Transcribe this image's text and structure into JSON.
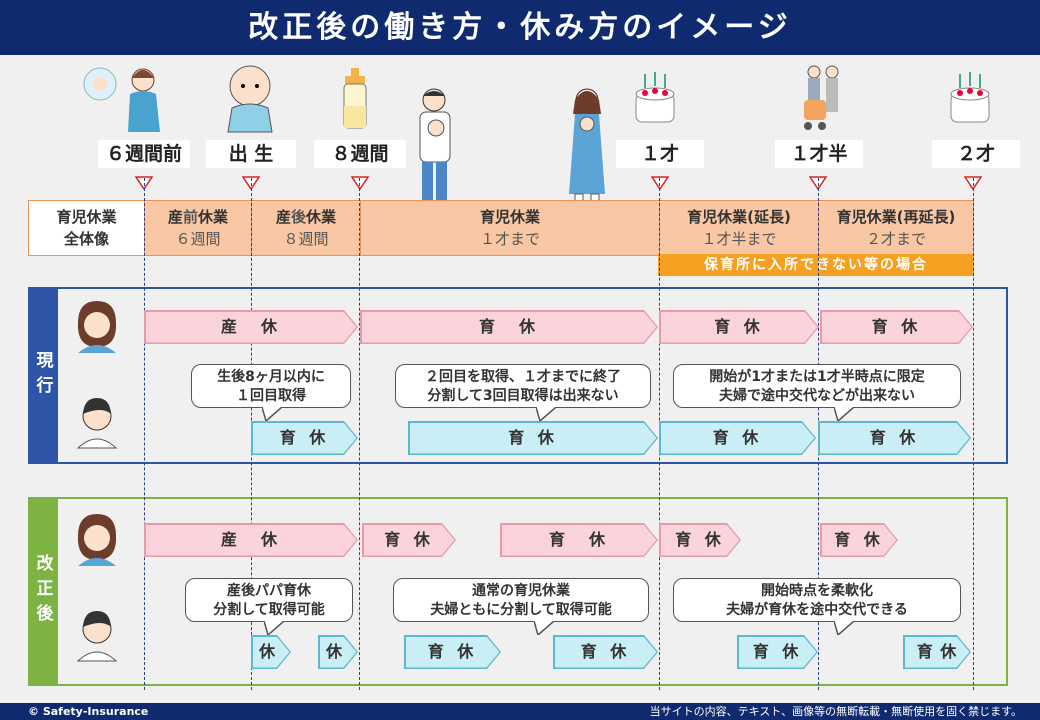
{
  "title": "改正後の働き方・休み方のイメージ",
  "milestones": [
    "６週間前",
    "出 生",
    "８週間",
    "１才",
    "１才半",
    "２才"
  ],
  "overview": {
    "header": [
      "育児休業",
      "全体像"
    ],
    "cells": [
      {
        "pre": "産",
        "accent": "前",
        "post": "休業",
        "sub": "６週間"
      },
      {
        "pre": "産",
        "accent": "後",
        "post": "休業",
        "sub": "８週間"
      },
      {
        "title": "育児休業",
        "sub": "１才まで"
      },
      {
        "title": "育児休業(延長)",
        "sub": "１才半まで"
      },
      {
        "title": "育児休業(再延長)",
        "sub": "２才まで"
      }
    ],
    "banner": "保育所に入所できない等の場合"
  },
  "current": {
    "label": "現行",
    "mother": [
      "産　休",
      "育　休",
      "育 休",
      "育 休"
    ],
    "father": [
      "育 休",
      "育 休",
      "育 休",
      "育 休"
    ],
    "bubbles": [
      [
        "生後8ヶ月以内に",
        "１回目取得"
      ],
      [
        "２回目を取得、１才までに終了",
        "分割して3回目取得は出来ない"
      ],
      [
        "開始が1才または1才半時点に限定",
        "夫婦で途中交代などが出来ない"
      ]
    ]
  },
  "revised": {
    "label": "改正後",
    "mother": [
      "産　休",
      "育 休",
      "育　休",
      "育 休",
      "育 休"
    ],
    "father": [
      "休",
      "休",
      "育 休",
      "育 休",
      "育 休",
      "育 休"
    ],
    "bubbles": [
      [
        "産後パパ育休",
        "分割して取得可能"
      ],
      [
        "通常の育児休業",
        "夫婦ともに分割して取得可能"
      ],
      [
        "開始時点を柔軟化",
        "夫婦が育休を途中交代できる"
      ]
    ]
  },
  "footer": {
    "copyright": "© Safety-Insurance",
    "notice": "当サイトの内容、テキスト、画像等の無断転載・無断使用を固く禁じます。"
  },
  "colors": {
    "navy": "#0f2a6e",
    "orange": "#f9c7a3",
    "banner": "#f5a020",
    "pink": "#fbd3da",
    "cyan": "#c9eef6",
    "blue": "#2f56a6",
    "green": "#7cb342"
  }
}
